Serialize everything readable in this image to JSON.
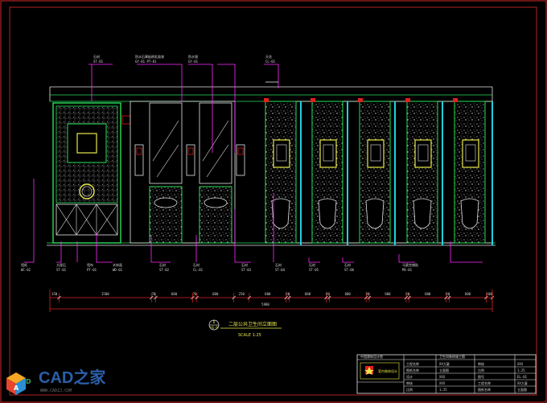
{
  "drawing": {
    "caption": "二层公共卫生间立面图",
    "view_marker_top": "D",
    "view_marker_bottom": "YE-P",
    "scale": "SCALE 1:25",
    "total_dimension": "5980",
    "leader_labels_top": [
      "石材",
      "防水石膏板刷乳胶漆",
      "防水镜",
      "天花"
    ],
    "leader_codes_top": [
      "ST-01",
      "GY-01 PT-01",
      "GY-01",
      "CL-01"
    ],
    "leader_labels_bottom": [
      "墙纸",
      "大理石",
      "墙布",
      "木饰面",
      "石材",
      "石材",
      "石材",
      "石材",
      "石材",
      "石材",
      "马赛克铺贴"
    ],
    "leader_codes_bottom": [
      "WC-01",
      "ST-01",
      "PT-01",
      "WD-01",
      "ST-02",
      "CL-01",
      "ST-03",
      "ST-04",
      "ST-05",
      "ST-06",
      "MS-01"
    ],
    "dimensions_bottom": [
      "150",
      "1500",
      "70",
      "600",
      "70",
      "600",
      "250",
      "600",
      "50",
      "600",
      "50",
      "600",
      "50",
      "600",
      "50",
      "600",
      "50",
      "600",
      "100"
    ]
  },
  "title_block": {
    "left_header": "中国建筑设计院",
    "project": "卫生间装修施工图",
    "company": "室内装饰设计",
    "rows": [
      "工程名称",
      "图纸名称",
      "设计",
      "审核",
      "比例",
      "图号"
    ],
    "values": [
      "XX大厦",
      "立面图",
      "XXX",
      "XXX",
      "1:25",
      "EL-01"
    ]
  },
  "watermark": {
    "brand": "CAD之家",
    "url": "WWW.CADZJ.COM",
    "colors": [
      "#e8452f",
      "#f5a623",
      "#3aa55c",
      "#2b8fd6"
    ]
  },
  "colors": {
    "frame": "#b22222",
    "wall_green": "#28e05a",
    "magenta": "#ff2bff",
    "yellow": "#e8e84a",
    "cyan": "#20d0e0",
    "white": "#e6e6e6",
    "red": "#e02020"
  }
}
